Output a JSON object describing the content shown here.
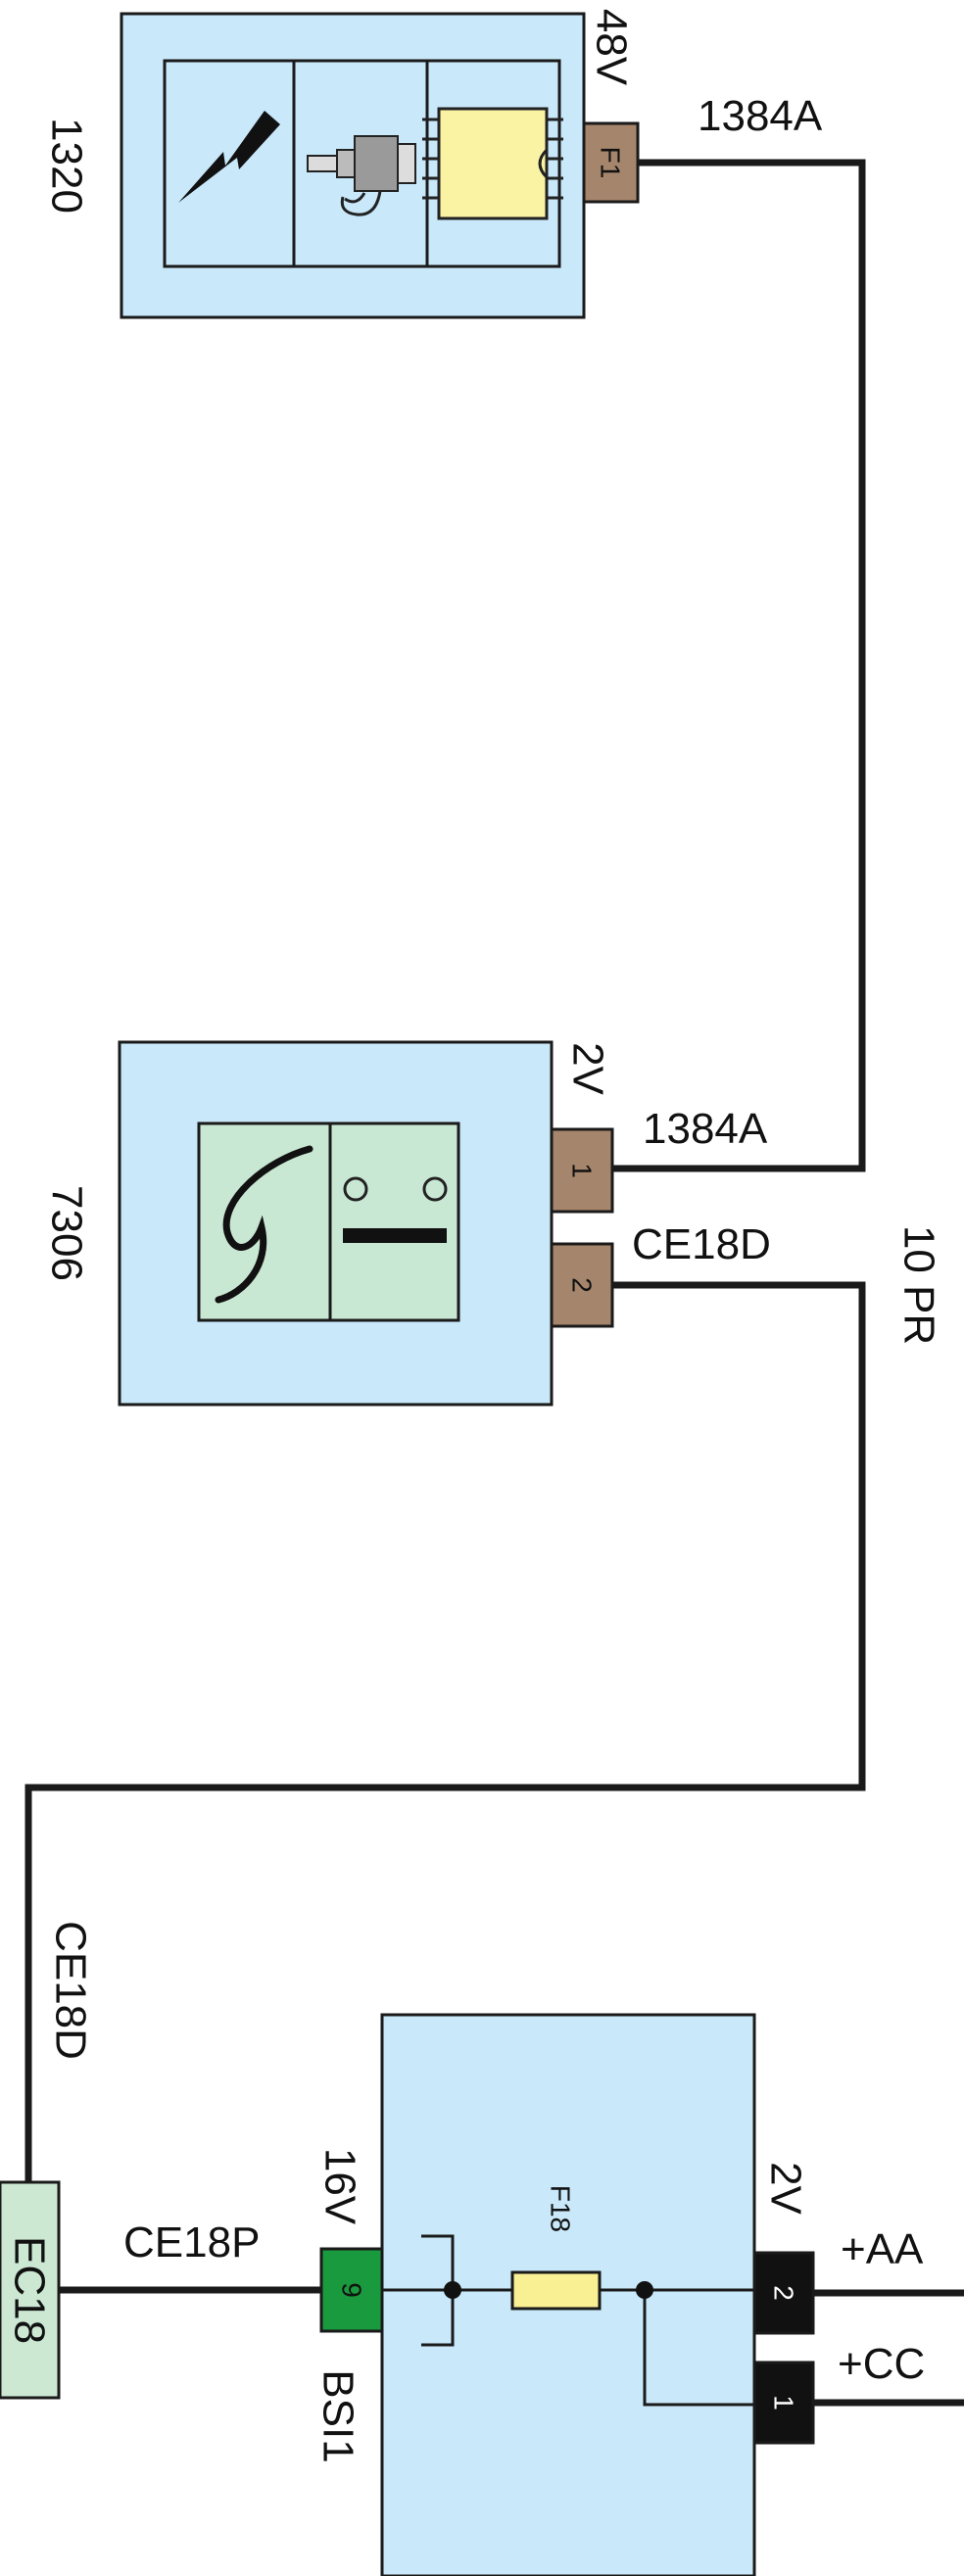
{
  "colors": {
    "box_fill": "#c9e9fb",
    "inner_fill": "#c9e8d4",
    "connector_brown": "#a5866c",
    "connector_green": "#1a9a3e",
    "connector_black": "#111111",
    "fuse_fill": "#f9ef93",
    "wire": "#1a1a1a",
    "chip_fill": "#fbf3a4",
    "ec18_fill": "#cce8d2"
  },
  "components": {
    "c1320": {
      "id": "1320",
      "connector_ways": "48V",
      "pin": "F1",
      "wire_label": "1384A",
      "icons": [
        "lightning-icon",
        "injector-icon",
        "chip-icon"
      ]
    },
    "c7306": {
      "id": "7306",
      "connector_ways": "2V",
      "pin1": "1",
      "pin2": "2",
      "wire1_label": "1384A",
      "wire2_label": "CE18D",
      "icons": [
        "curve-sensor-icon",
        "face-icon"
      ]
    },
    "bsi1": {
      "id": "BSI1",
      "left_connector_ways": "16V",
      "left_pin": "9",
      "fuse_label": "F18",
      "right_connector_ways": "2V",
      "right_pin_top": "2",
      "right_pin_bottom": "1",
      "supply_top": "+AA",
      "supply_bottom": "+CC",
      "input_wire_label": "CE18P"
    },
    "ec18": {
      "id": "EC18",
      "wire_label": "CE18D"
    }
  },
  "harness_label": "10 PR"
}
